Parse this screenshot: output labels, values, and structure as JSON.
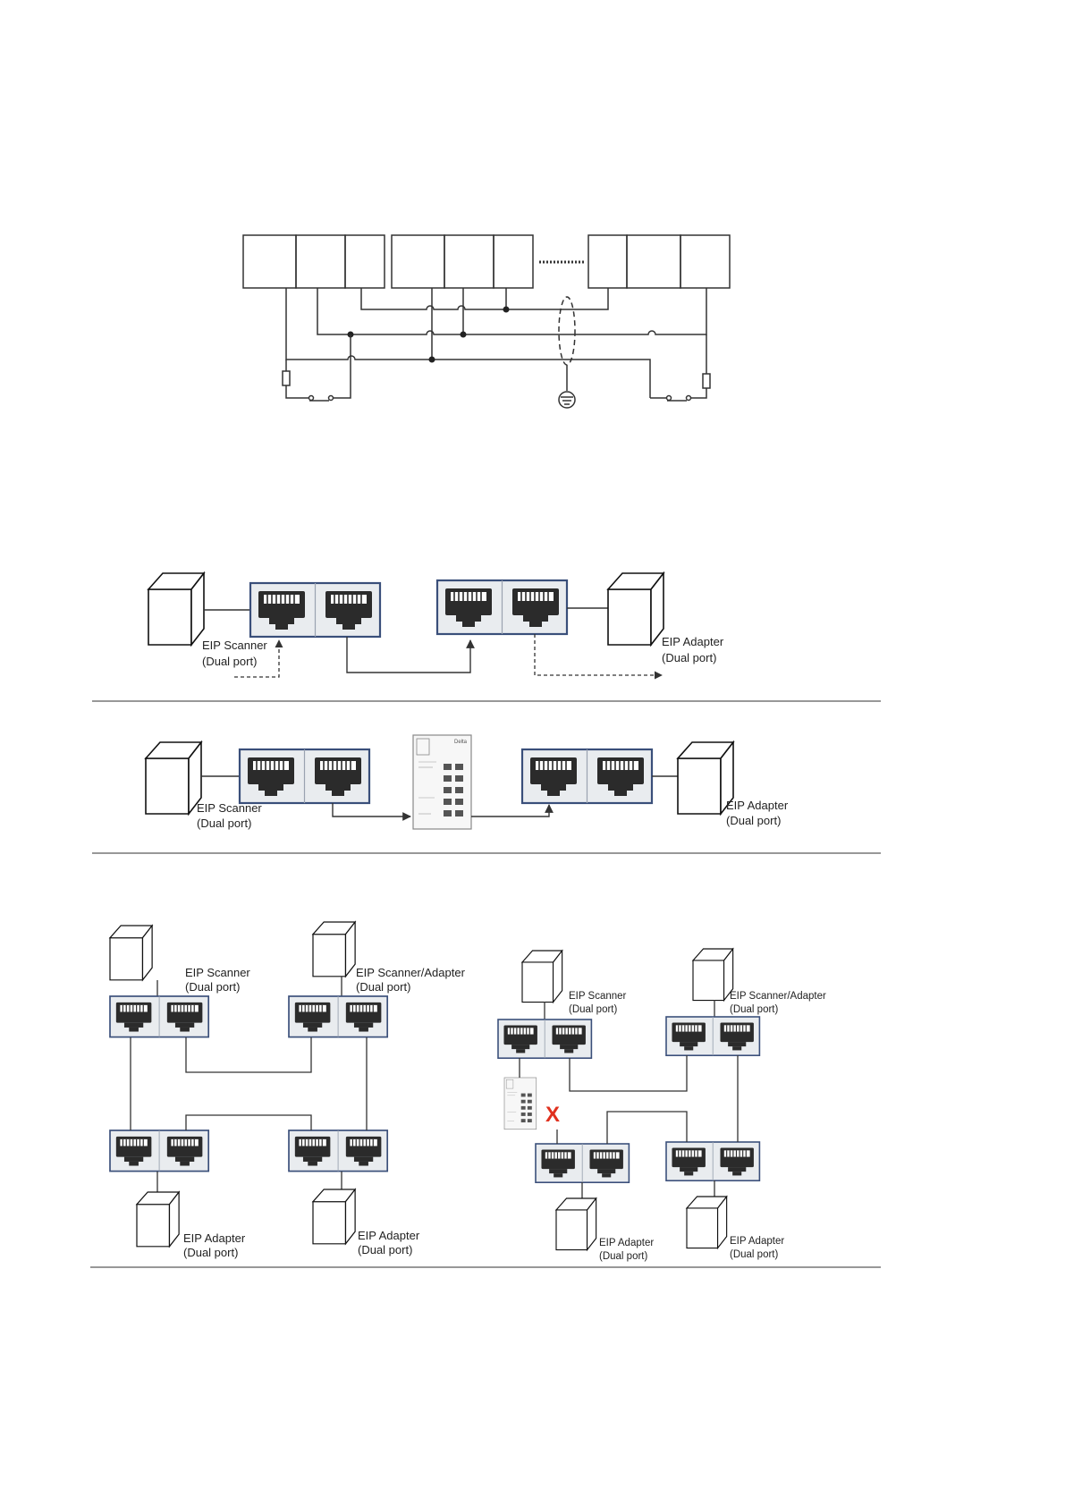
{
  "figures": {
    "daisy_chain": {
      "scanner": {
        "line1": "EIP Scanner",
        "line2": "(Dual port)"
      },
      "adapter": {
        "line1": "EIP Adapter",
        "line2": "(Dual port)"
      }
    },
    "via_switch": {
      "scanner": {
        "line1": "EIP Scanner",
        "line2": "(Dual port)"
      },
      "adapter": {
        "line1": "EIP Adapter",
        "line2": "(Dual port)"
      },
      "switch_brand": "Delta"
    },
    "ring_valid": {
      "scanner": {
        "line1": "EIP Scanner",
        "line2": "(Dual port)"
      },
      "scanner_adapter": {
        "line1": "EIP Scanner/Adapter",
        "line2": "(Dual port)"
      },
      "adapter_left": {
        "line1": "EIP Adapter",
        "line2": "(Dual port)"
      },
      "adapter_right": {
        "line1": "EIP Adapter",
        "line2": "(Dual port)"
      }
    },
    "ring_invalid": {
      "scanner": {
        "line1": "EIP Scanner",
        "line2": "(Dual port)"
      },
      "scanner_adapter": {
        "line1": "EIP Scanner/Adapter",
        "line2": "(Dual port)"
      },
      "adapter_left": {
        "line1": "EIP Adapter",
        "line2": "(Dual port)"
      },
      "adapter_right": {
        "line1": "EIP Adapter",
        "line2": "(Dual port)"
      },
      "invalid_mark": "X"
    }
  },
  "colors": {
    "line": "#333333",
    "port_frame": "#3a4f7a",
    "port_bg": "#e9ecef",
    "jack": "#2b2b2b",
    "invalid": "#e0301e",
    "divider": "#777777"
  }
}
